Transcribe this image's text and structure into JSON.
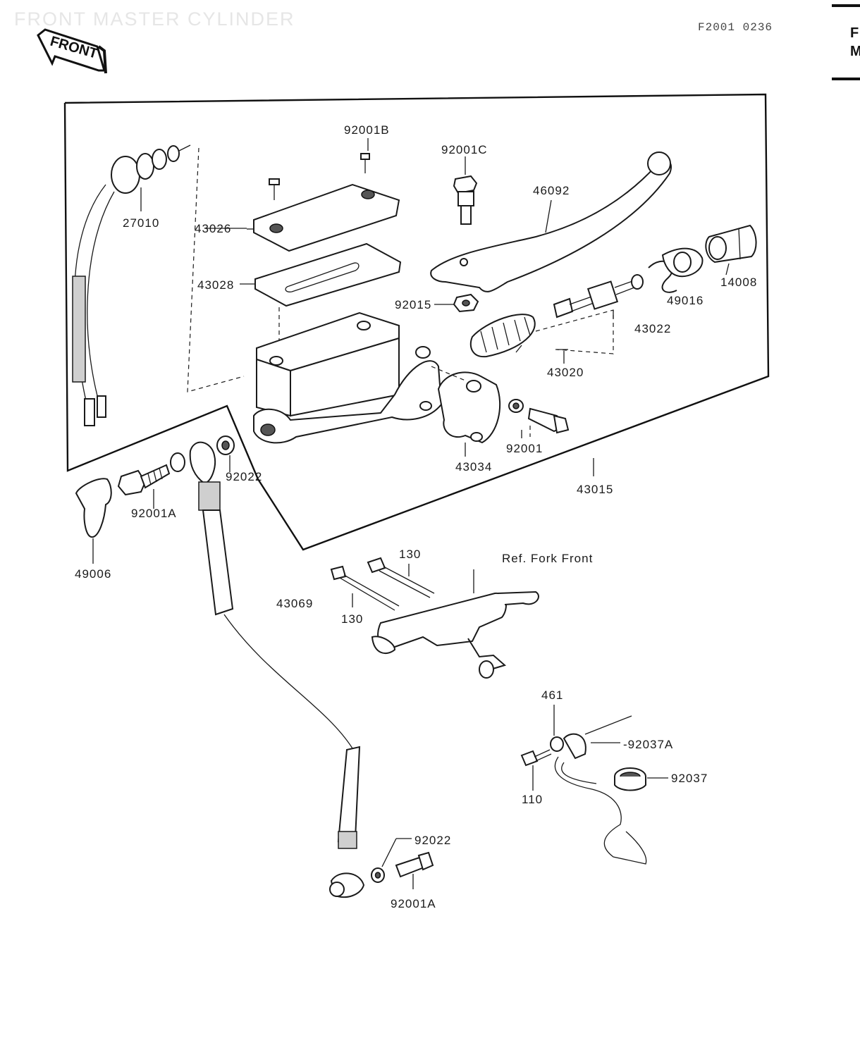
{
  "header": {
    "title": "FRONT MASTER CYLINDER",
    "code": "F2001 0236",
    "front_badge": "FRONT",
    "side_letters": [
      "F",
      "M"
    ]
  },
  "labels": {
    "p27010": "27010",
    "p92001b": "92001B",
    "p92001c": "92001C",
    "p46092": "46092",
    "p43026": "43026",
    "p43028": "43028",
    "p92015": "92015",
    "p14008": "14008",
    "p49016": "49016",
    "p43022": "43022",
    "p43020": "43020",
    "p92001": "92001",
    "p43034": "43034",
    "p43015": "43015",
    "p92022a": "92022",
    "p92001a_top": "92001A",
    "p49006": "49006",
    "p130a": "130",
    "p130b": "130",
    "ref_fork": "Ref.   Fork Front",
    "p43069": "43069",
    "p461": "461",
    "p92037a": "-92037A",
    "p92037": "92037",
    "p110": "110",
    "p92022b": "92022",
    "p92001a_bottom": "92001A"
  }
}
